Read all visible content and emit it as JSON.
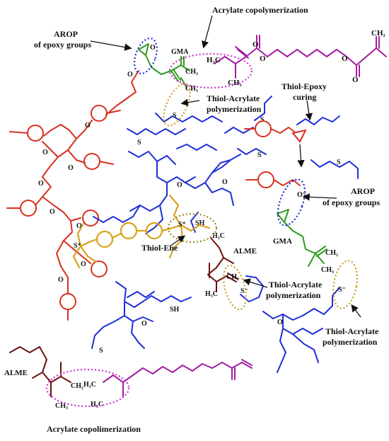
{
  "labels": {
    "acrylate_copolymerization_top": "Acrylate copolymerization",
    "arop_top_line1": "AROP",
    "arop_top_line2": "of epoxy groups",
    "gma_top": "GMA",
    "thiol_acrylate_top_line1": "Thiol-Acrylate",
    "thiol_acrylate_top_line2": "polymerization",
    "thiol_epoxy_line1": "Thiol-Epoxy",
    "thiol_epoxy_line2": "curing",
    "arop_right_line1": "AROP",
    "arop_right_line2": "of epoxy groups",
    "gma_right": "GMA",
    "thiol_ene": "Thiol-Ene",
    "alme_center": "ALME",
    "thiol_acrylate_mid_line1": "Thiol-Acrylate",
    "thiol_acrylate_mid_line2": "polymerization",
    "thiol_acrylate_right_line1": "Thiol-Acrylate",
    "thiol_acrylate_right_line2": "polymerization",
    "alme_bottom": "ALME",
    "acrylate_copolimerization_bottom": "Acrylate copolimerization"
  },
  "atoms": {
    "sh": "SH",
    "s": "S",
    "o": "O",
    "ch2": "CH₂",
    "h2c": "H₂C",
    "ch3": "CH₃",
    "h3c": "H₃C",
    "o_minus": "O⁻",
    "s_minus": "S⁻",
    "s_plus": "S⁺"
  },
  "colors": {
    "red_network": "#d7301f",
    "blue_thiol": "#1f2fd6",
    "gold_sulfonium": "#d9a21b",
    "green_gma": "#2e9a1e",
    "magenta_acrylate": "#a21ea0",
    "brown_alme": "#6b1010",
    "dotted_purple": "#cc33cc",
    "dotted_gold": "#c8a020",
    "dotted_blue": "#1f2fd6",
    "dotted_olive": "#9a8a20"
  }
}
